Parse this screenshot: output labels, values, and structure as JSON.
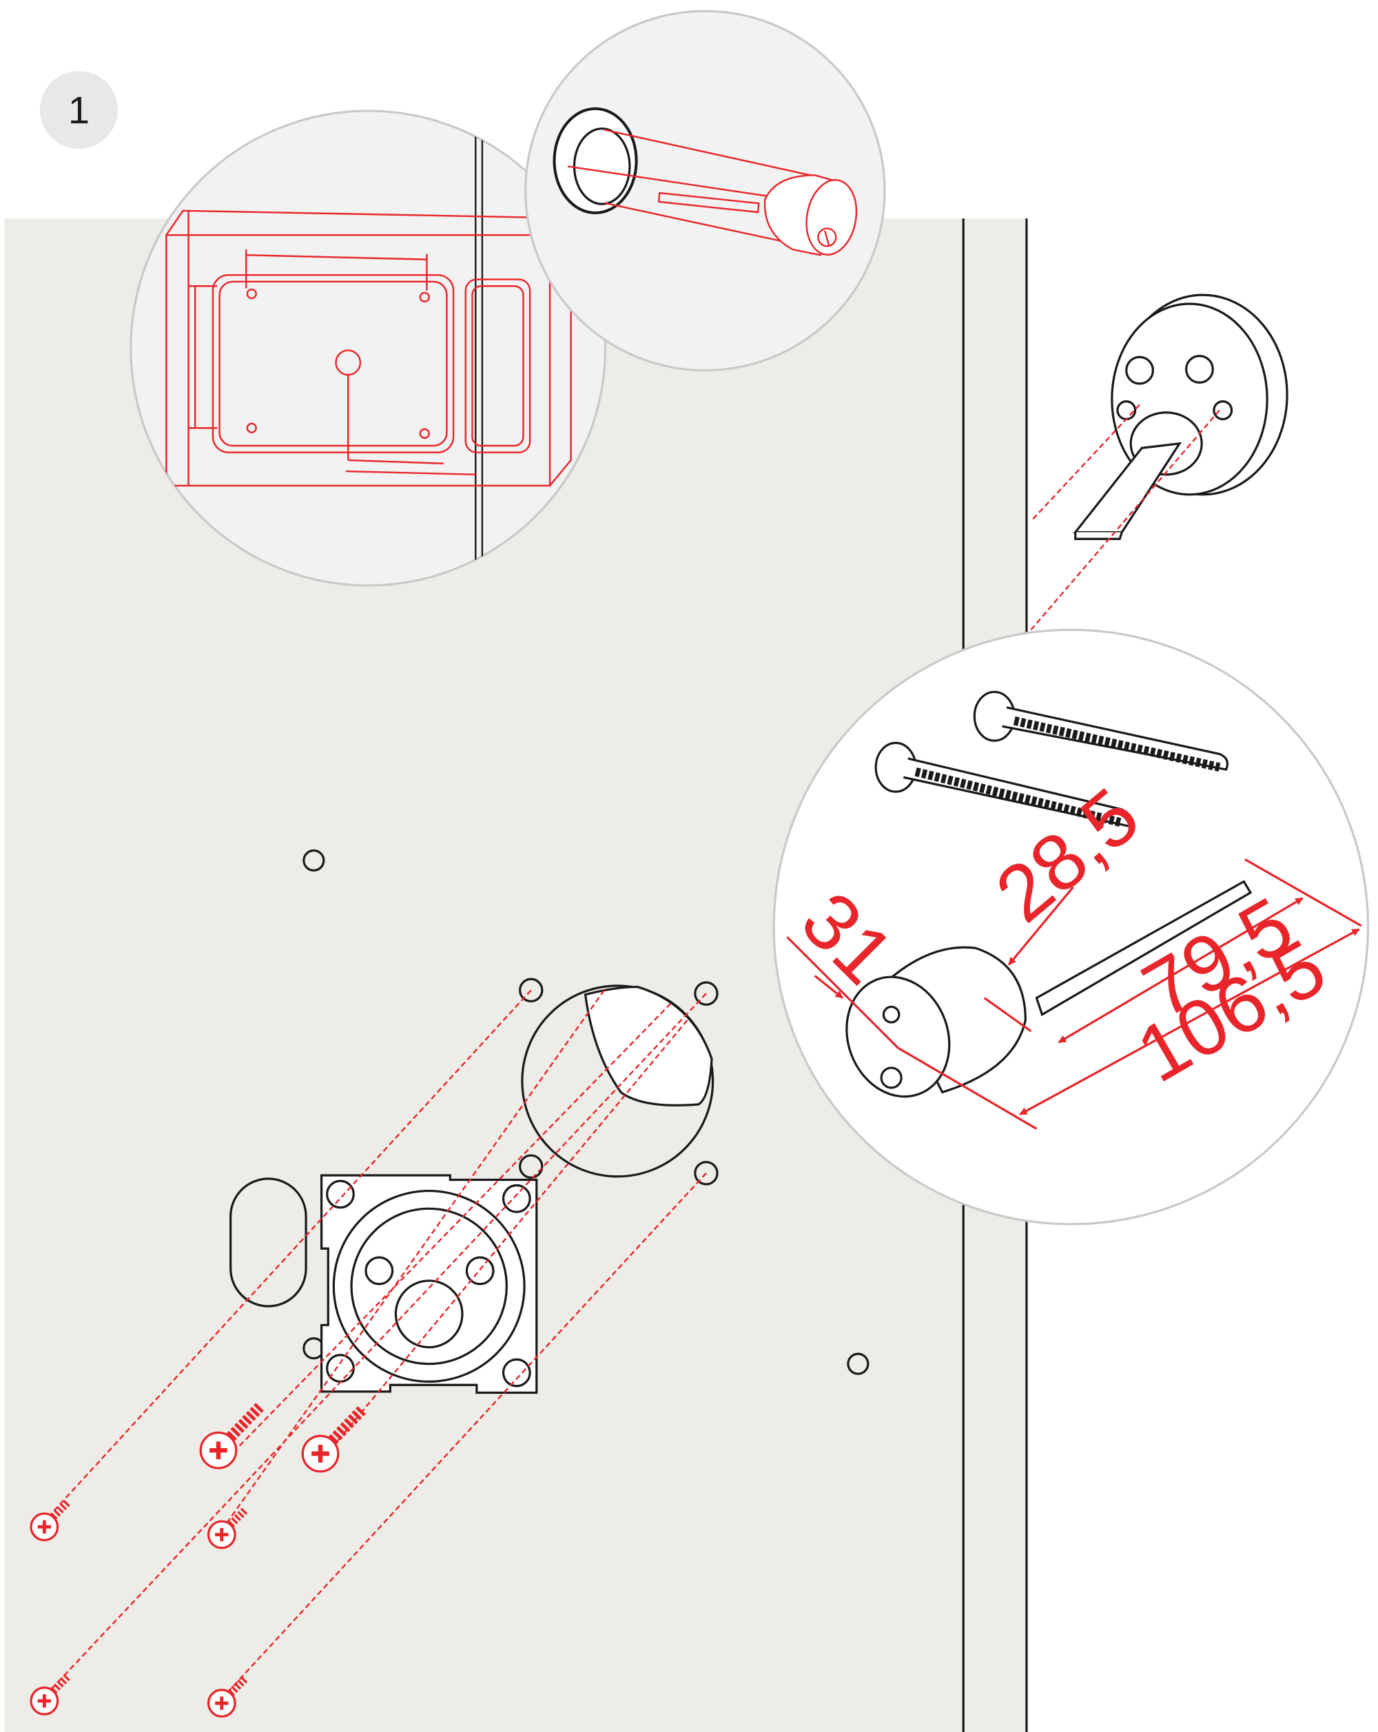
{
  "step": {
    "number": "1"
  },
  "dimensions": {
    "d31": "31",
    "d28_5": "28,5",
    "d79_5": "79,5",
    "d106_5": "106,5"
  },
  "colors": {
    "door": "#edece7",
    "accent": "#e8252a",
    "line": "#1a1a1a",
    "callout_bg": "#f2f2f2",
    "callout_border": "#c9c9c9",
    "badge_bg": "#e8e8e8"
  }
}
